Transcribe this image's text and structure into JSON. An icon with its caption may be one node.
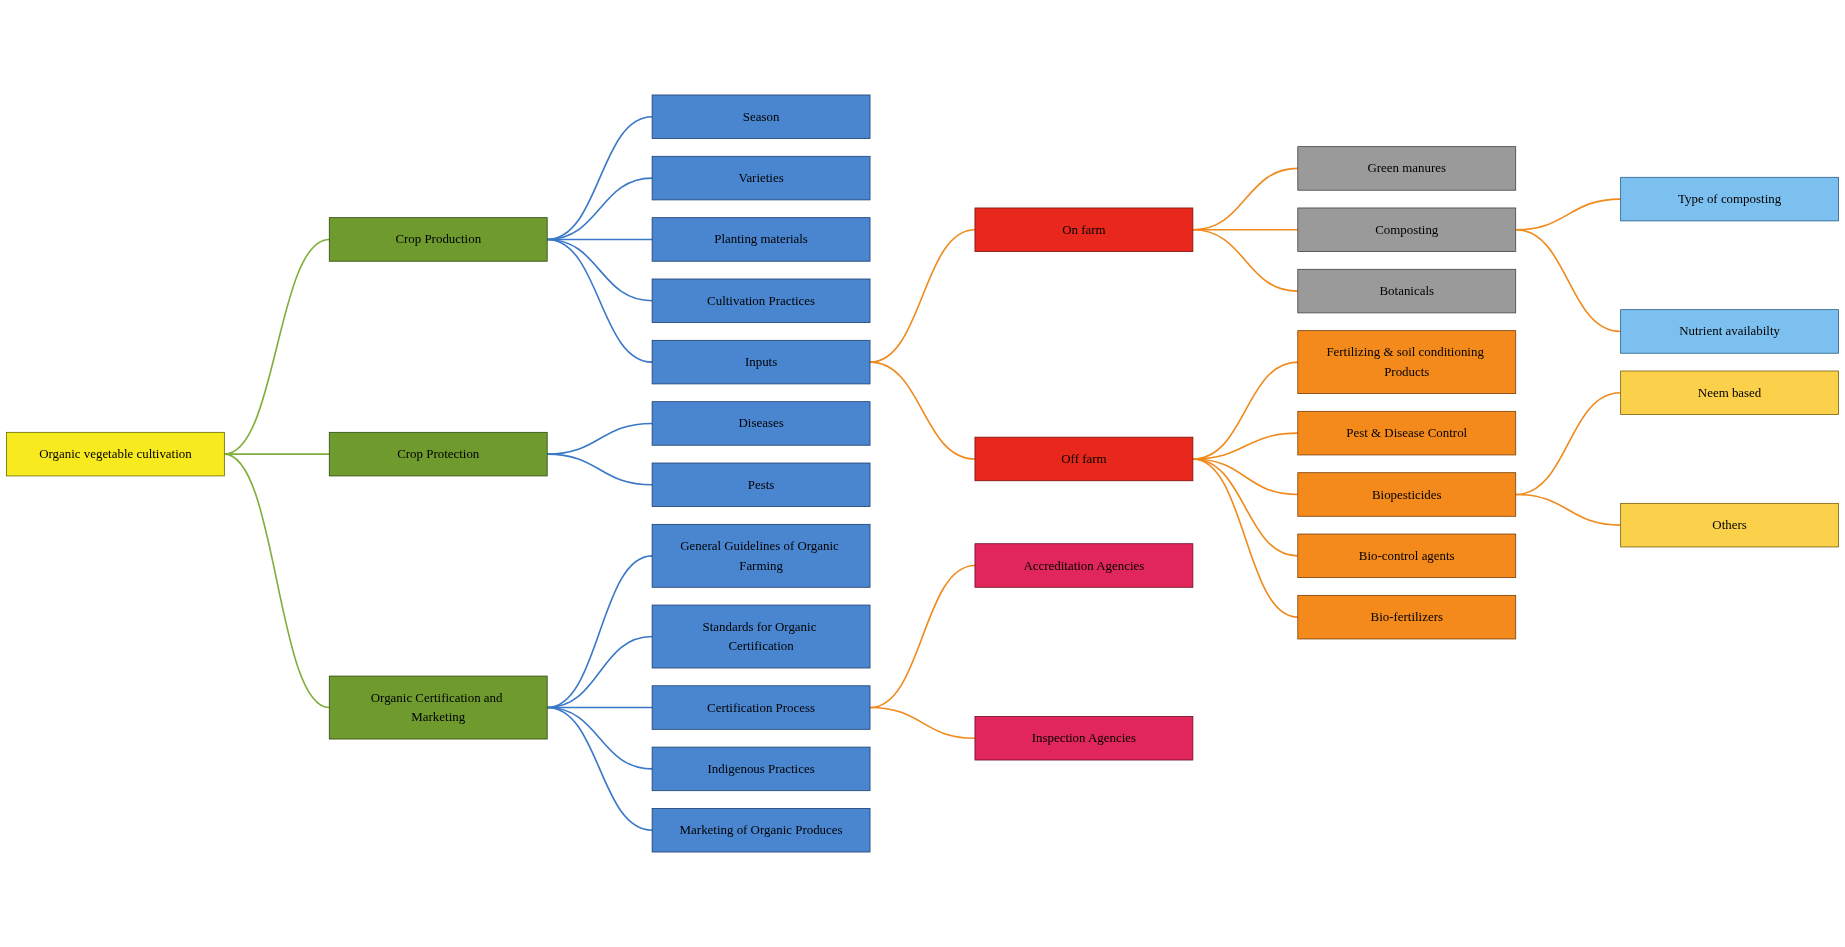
{
  "diagram": {
    "nodes": [
      {
        "text": [
          "Organic vegetable cultivation"
        ]
      },
      {
        "text": [
          "Crop Production"
        ]
      },
      {
        "text": [
          "Season"
        ]
      },
      {
        "text": [
          "Varieties"
        ]
      },
      {
        "text": [
          "Planting materials"
        ]
      },
      {
        "text": [
          "Cultivation Practices"
        ]
      },
      {
        "text": [
          "Inputs"
        ]
      },
      {
        "text": [
          "On farm"
        ]
      },
      {
        "text": [
          "Green manures"
        ]
      },
      {
        "text": [
          "Composting"
        ]
      },
      {
        "text": [
          "Type of composting"
        ]
      },
      {
        "text": [
          "Nutrient availabilty"
        ]
      },
      {
        "text": [
          "Botanicals"
        ]
      },
      {
        "text": [
          "Off farm"
        ]
      },
      {
        "text": [
          "Fertilizing & soil conditioning Products"
        ]
      },
      {
        "text": [
          "Pest & Disease Control"
        ]
      },
      {
        "text": [
          "Biopesticides"
        ]
      },
      {
        "text": [
          "Neem based"
        ]
      },
      {
        "text": [
          "Others"
        ]
      },
      {
        "text": [
          "Bio-control agents"
        ]
      },
      {
        "text": [
          "Bio-fertilizers"
        ]
      },
      {
        "text": [
          "Crop Protection"
        ]
      },
      {
        "text": [
          "Diseases"
        ]
      },
      {
        "text": [
          "Pests"
        ]
      },
      {
        "text": [
          "Organic Certification and Marketing"
        ]
      },
      {
        "text": [
          "General Guidelines of Organic Farming"
        ]
      },
      {
        "text": [
          "Standards for Organic Certification"
        ]
      },
      {
        "text": [
          "Certification Process"
        ]
      },
      {
        "text": [
          "Accreditation Agencies"
        ]
      },
      {
        "text": [
          "Inspection Agencies"
        ]
      },
      {
        "text": [
          "Indigenous Practices"
        ]
      },
      {
        "text": [
          "Marketing of Organic Produces"
        ]
      }
    ],
    "edges": [
      {
        "from": 0,
        "to": 1,
        "arrow": "none",
        "color": "#7fae3a"
      },
      {
        "from": 0,
        "to": 21,
        "arrow": "none",
        "color": "#7fae3a"
      },
      {
        "from": 0,
        "to": 24,
        "arrow": "none",
        "color": "#7fae3a"
      },
      {
        "from": 1,
        "to": 2,
        "arrow": "none",
        "color": "#3a78c8"
      },
      {
        "from": 1,
        "to": 3,
        "arrow": "none",
        "color": "#3a78c8"
      },
      {
        "from": 1,
        "to": 4,
        "arrow": "none",
        "color": "#3a78c8"
      },
      {
        "from": 1,
        "to": 5,
        "arrow": "none",
        "color": "#3a78c8"
      },
      {
        "from": 1,
        "to": 6,
        "arrow": "none",
        "color": "#3a78c8"
      },
      {
        "from": 6,
        "to": 7,
        "arrow": "none"
      },
      {
        "from": 6,
        "to": 13,
        "arrow": "none"
      },
      {
        "from": 7,
        "to": 8,
        "arrow": "none"
      },
      {
        "from": 7,
        "to": 9,
        "arrow": "none"
      },
      {
        "from": 7,
        "to": 12,
        "arrow": "none"
      },
      {
        "from": 9,
        "to": 10,
        "arrow": "none"
      },
      {
        "from": 9,
        "to": 11,
        "arrow": "none"
      },
      {
        "from": 13,
        "to": 14,
        "arrow": "none"
      },
      {
        "from": 13,
        "to": 15,
        "arrow": "none"
      },
      {
        "from": 13,
        "to": 16,
        "arrow": "none"
      },
      {
        "from": 13,
        "to": 19,
        "arrow": "none"
      },
      {
        "from": 13,
        "to": 20,
        "arrow": "none"
      },
      {
        "from": 16,
        "to": 17,
        "arrow": "none"
      },
      {
        "from": 16,
        "to": 18,
        "arrow": "none"
      },
      {
        "from": 21,
        "to": 22,
        "arrow": "none",
        "color": "#3a78c8"
      },
      {
        "from": 21,
        "to": 23,
        "arrow": "none",
        "color": "#3a78c8"
      },
      {
        "from": 24,
        "to": 25,
        "arrow": "none",
        "color": "#3a78c8"
      },
      {
        "from": 24,
        "to": 26,
        "arrow": "none",
        "color": "#3a78c8"
      },
      {
        "from": 24,
        "to": 27,
        "arrow": "none",
        "color": "#3a78c8"
      },
      {
        "from": 24,
        "to": 30,
        "arrow": "none",
        "color": "#3a78c8"
      },
      {
        "from": 24,
        "to": 31,
        "arrow": "none",
        "color": "#3a78c8"
      },
      {
        "from": 27,
        "to": 28,
        "arrow": "none"
      },
      {
        "from": 27,
        "to": 29,
        "arrow": "none"
      }
    ]
  }
}
